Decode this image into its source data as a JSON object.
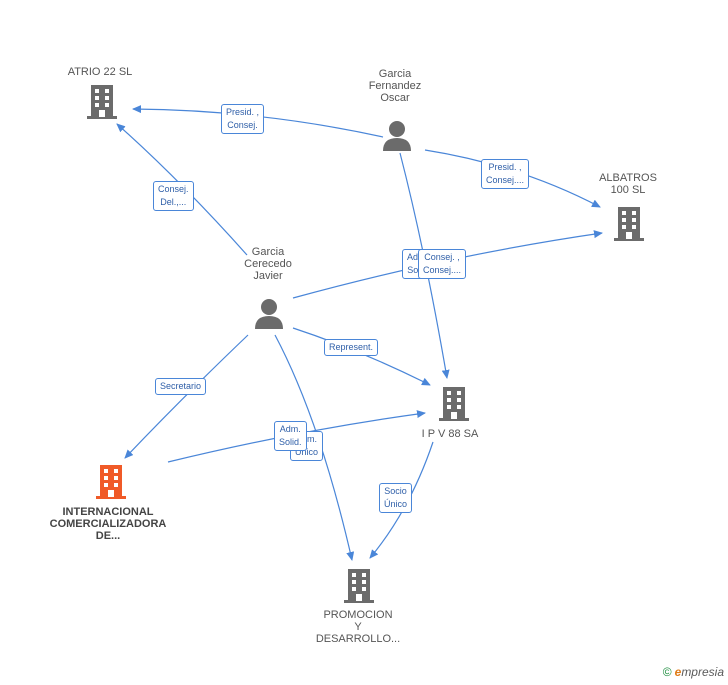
{
  "nodes": {
    "atrio": {
      "label_lines": [
        "ATRIO 22  SL"
      ],
      "kind": "company"
    },
    "garcia_fernandez": {
      "label_lines": [
        "Garcia",
        "Fernandez",
        "Oscar"
      ],
      "kind": "person"
    },
    "albatros": {
      "label_lines": [
        "ALBATROS",
        "100  SL"
      ],
      "kind": "company"
    },
    "garcia_cerecedo": {
      "label_lines": [
        "Garcia",
        "Cerecedo",
        "Javier"
      ],
      "kind": "person"
    },
    "ipv88": {
      "label_lines": [
        "I P V 88 SA"
      ],
      "kind": "company"
    },
    "internacional": {
      "label_lines": [
        "INTERNACIONAL",
        "COMERCIALIZADORA",
        "DE..."
      ],
      "kind": "company-main"
    },
    "promocion": {
      "label_lines": [
        "PROMOCION",
        "Y",
        "DESARROLLO..."
      ],
      "kind": "company"
    }
  },
  "edge_labels": {
    "gf_atrio": [
      "Presid. ,",
      "Consej."
    ],
    "gf_albatros": [
      "Presid. ,",
      "Consej...."
    ],
    "gc_atrio": [
      "Consej.",
      "Del.,..."
    ],
    "gc_albatros_back": [
      "Adm.",
      "Sol..."
    ],
    "gf_ipv": [
      "Consej. ,",
      "Consej...."
    ],
    "gc_ipv": [
      "Represent."
    ],
    "gc_internacional": [
      "Secretario"
    ],
    "gc_promocion_back": [
      "Adm.",
      "Único"
    ],
    "int_ipv": [
      "Adm.",
      "Solid."
    ],
    "ipv_promocion": [
      "Socio",
      "Único"
    ]
  },
  "colors": {
    "edge": "#4a86d8",
    "node_gray": "#6b6b6b",
    "node_main": "#f05a28"
  },
  "icons": {
    "company": "building-icon",
    "person": "person-icon"
  },
  "footer": {
    "copyright": "©",
    "brand_first": "e",
    "brand_rest": "mpresia"
  }
}
